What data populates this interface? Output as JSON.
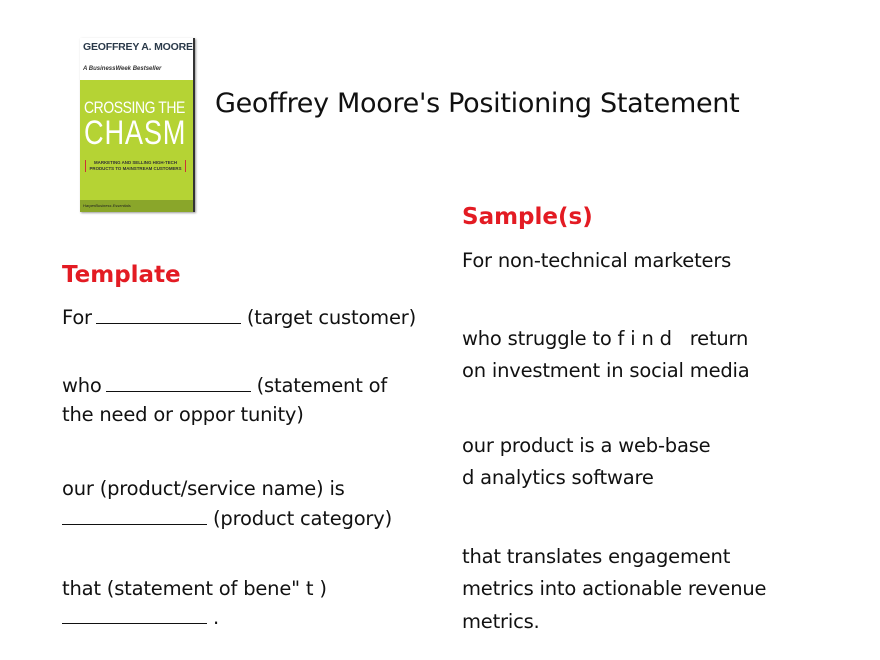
{
  "title": "Geoffrey Moore's Positioning Statement",
  "book": {
    "author": "GEOFFREY A. MOORE",
    "badge": "A BusinessWeek Bestseller",
    "title_line1": "CROSSING THE",
    "title_line2": "CHASM",
    "subtitle": "MARKETING AND SELLING HIGH-TECH PRODUCTS TO MAINSTREAM CUSTOMERS",
    "publisher": "HarperBusiness Essentials"
  },
  "template": {
    "heading": "Template",
    "lines": [
      {
        "pre": "For",
        "post": "(target customer)"
      },
      {
        "pre": "who",
        "post": "(statement of"
      },
      {
        "text": "the need or oppor tunity)"
      },
      {
        "text": "our (product/service name) is"
      },
      {
        "pre": "",
        "post": "(product category)"
      },
      {
        "text": "that (statement of bene\" t )"
      },
      {
        "pre": "",
        "post": "."
      }
    ]
  },
  "sample": {
    "heading": "Sample(s)",
    "lines": [
      "For non-technical marketers",
      "who struggle to f i n d   return",
      "on investment in social media",
      "our product is a web-base",
      "d analytics software",
      "that translates engagement",
      "metrics into actionable revenue",
      "metrics."
    ]
  },
  "colors": {
    "accent": "#e31b23",
    "book_green": "#b5d334"
  }
}
